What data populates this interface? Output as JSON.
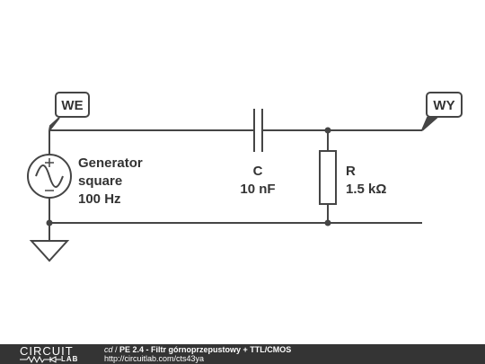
{
  "diagram": {
    "ports": {
      "input": "WE",
      "output": "WY"
    },
    "source": {
      "line1": "Generator",
      "line2": "square",
      "line3": "100 Hz"
    },
    "capacitor": {
      "ref": "C",
      "value": "10 nF"
    },
    "resistor": {
      "ref": "R",
      "value": "1.5 kΩ"
    }
  },
  "footer": {
    "logo_top": "CIRCUIT",
    "logo_bottom": "LAB",
    "author": "cd",
    "separator": " / ",
    "title": "PE 2.4 - Filtr górnoprzepustowy + TTL/CMOS",
    "url": "http://circuitlab.com/cts43ya"
  },
  "colors": {
    "wire": "#454545",
    "text": "#333333",
    "footer_bg": "#343434"
  }
}
